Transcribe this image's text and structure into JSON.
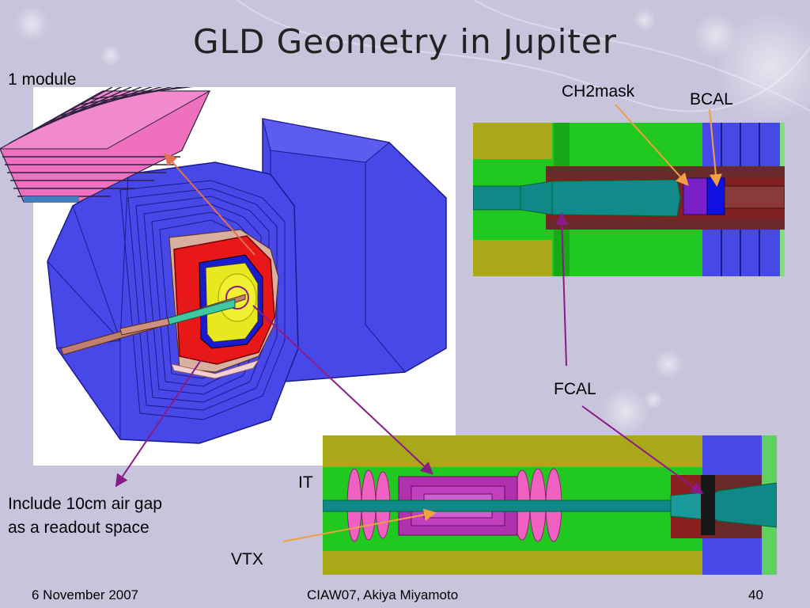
{
  "slide": {
    "title": "GLD Geometry in Jupiter",
    "footer": {
      "date": "6 November 2007",
      "center": "CIAW07, Akiya Miyamoto",
      "page": "40"
    }
  },
  "labels": {
    "module": "1 module",
    "ch2mask": "CH2mask",
    "bcal": "BCAL",
    "fcal": "FCAL",
    "it": "IT",
    "vtx": "VTX",
    "air_gap_line1": "Include 10cm air gap",
    "air_gap_line2": "as a readout space"
  },
  "colors": {
    "background": "#c8c4dc",
    "detector_blue": "#4848e8",
    "calorimeter_red": "#e81818",
    "tracker_yellow": "#e8e820",
    "green": "#20c820",
    "olive": "#a8a818",
    "magenta": "#b030b0",
    "pink": "#f060c0",
    "teal": "#108888",
    "arrow_orange": "#f0a040",
    "arrow_purple": "#8a1a8a",
    "arrow_brown": "#e07050"
  }
}
